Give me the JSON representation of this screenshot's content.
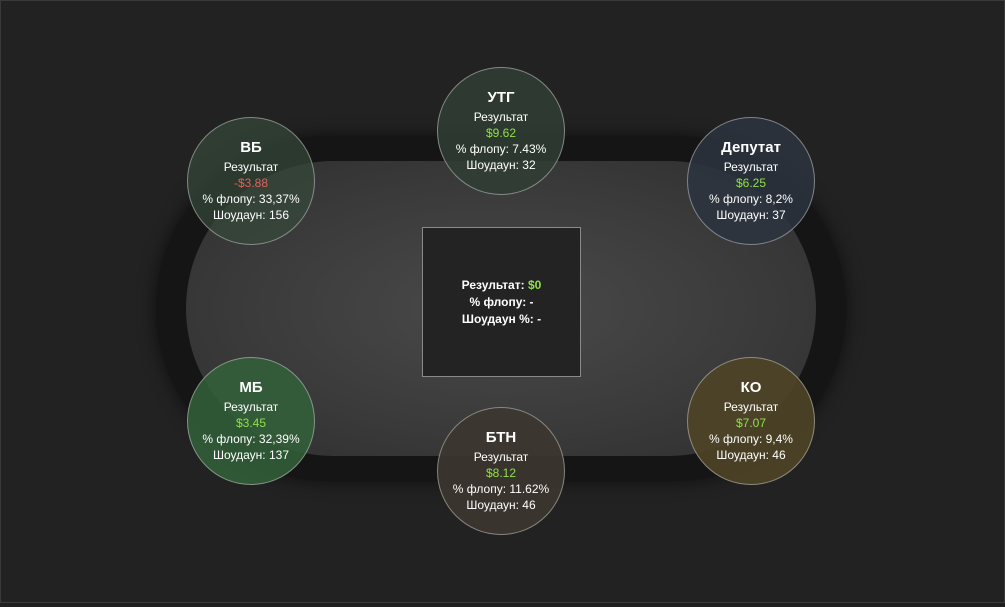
{
  "center": {
    "result_label": "Результат:",
    "result_value": "$0",
    "flop_label": "% флопу: -",
    "showdown_label": "Шоудаун %: -"
  },
  "seats": [
    {
      "name": "ВБ",
      "result_label": "Результат",
      "result": "-$3.88",
      "flop": "% флопу: 33,37%",
      "showdown": "Шоудаун: 156"
    },
    {
      "name": "УТГ",
      "result_label": "Результат",
      "result": "$9.62",
      "flop": "% флопу: 7.43%",
      "showdown": "Шоудаун: 32"
    },
    {
      "name": "Депутат",
      "result_label": "Результат",
      "result": "$6.25",
      "flop": "% флопу: 8,2%",
      "showdown": "Шоудаун: 37"
    },
    {
      "name": "МБ",
      "result_label": "Результат",
      "result": "$3.45",
      "flop": "% флопу: 32,39%",
      "showdown": "Шоудаун: 137"
    },
    {
      "name": "БТН",
      "result_label": "Результат",
      "result": "$8.12",
      "flop": "% флопу: 11.62%",
      "showdown": "Шоудаун: 46"
    },
    {
      "name": "КО",
      "result_label": "Результат",
      "result": "$7.07",
      "flop": "% флопу: 9,4%",
      "showdown": "Шоудаун: 46"
    }
  ],
  "colors": {
    "positive": "#8fe04a",
    "negative": "#e0605a"
  }
}
